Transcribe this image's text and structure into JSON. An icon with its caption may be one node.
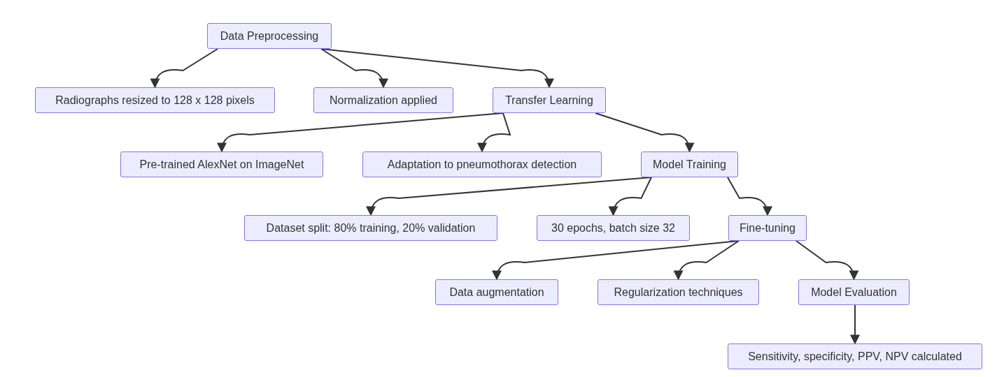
{
  "diagram": {
    "nodes": [
      {
        "text": [
          "Data Preprocessing"
        ]
      },
      {
        "text": [
          "Radiographs resized to 128 x 128 pixels"
        ]
      },
      {
        "text": [
          "Normalization applied"
        ]
      },
      {
        "text": [
          "Transfer Learning"
        ]
      },
      {
        "text": [
          "Pre-trained AlexNet on ImageNet"
        ]
      },
      {
        "text": [
          "Adaptation to pneumothorax detection"
        ]
      },
      {
        "text": [
          "Model Training"
        ]
      },
      {
        "text": [
          "Dataset split: 80% training, 20% validation"
        ]
      },
      {
        "text": [
          "30 epochs, batch size 32"
        ]
      },
      {
        "text": [
          "Fine-tuning"
        ]
      },
      {
        "text": [
          "Data augmentation"
        ]
      },
      {
        "text": [
          "Regularization techniques"
        ]
      },
      {
        "text": [
          "Model Evaluation"
        ]
      },
      {
        "text": [
          "Sensitivity, specificity, PPV, NPV calculated"
        ]
      }
    ],
    "edges": [
      {
        "from": 0,
        "to": 1,
        "arrow": "to"
      },
      {
        "from": 0,
        "to": 2,
        "arrow": "to"
      },
      {
        "from": 0,
        "to": 3,
        "arrow": "to"
      },
      {
        "from": 3,
        "to": 4,
        "arrow": "to"
      },
      {
        "from": 3,
        "to": 5,
        "arrow": "to"
      },
      {
        "from": 3,
        "to": 6,
        "arrow": "to"
      },
      {
        "from": 6,
        "to": 7,
        "arrow": "to"
      },
      {
        "from": 6,
        "to": 8,
        "arrow": "to"
      },
      {
        "from": 6,
        "to": 9,
        "arrow": "to"
      },
      {
        "from": 9,
        "to": 10,
        "arrow": "to"
      },
      {
        "from": 9,
        "to": 11,
        "arrow": "to"
      },
      {
        "from": 9,
        "to": 12,
        "arrow": "to"
      },
      {
        "from": 12,
        "to": 13,
        "arrow": "to"
      }
    ]
  }
}
